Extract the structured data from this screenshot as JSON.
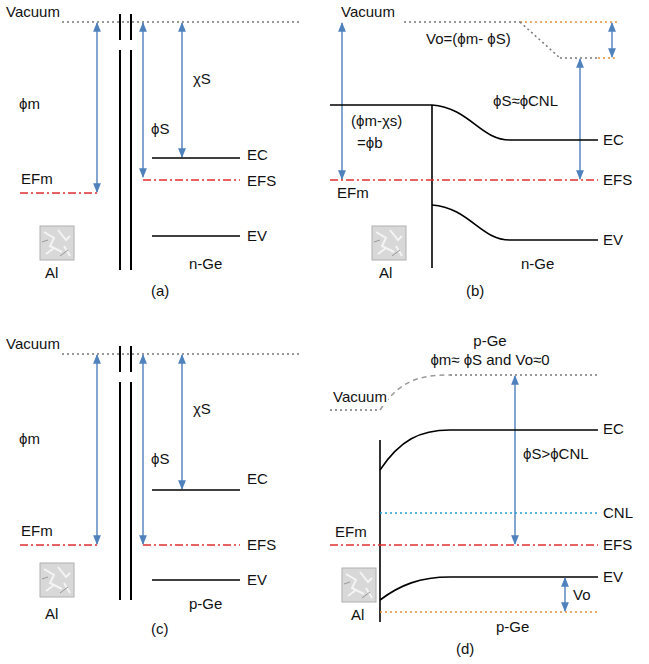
{
  "diagram": {
    "labels": [
      "Vacuum",
      "ϕm",
      "χS",
      "ϕS",
      "EC",
      "EFm",
      "EFS",
      "EV",
      "Al",
      "n-Ge",
      "(a)",
      "Vacuum",
      "Vo=(ϕm- ϕS)",
      "ϕS≈ϕCNL",
      "(ϕm-χs)",
      "=ϕb",
      "EC",
      "EFS",
      "EFm",
      "EV",
      "Al",
      "n-Ge",
      "(b)",
      "Vacuum",
      "ϕm",
      "χS",
      "ϕS",
      "EC",
      "EFm",
      "EFS",
      "EV",
      "Al",
      "p-Ge",
      "(c)",
      "p-Ge",
      "ϕm≈ ϕS and Vo≈0",
      "Vacuum",
      "EC",
      "ϕS>ϕCNL",
      "CNL",
      "EFm",
      "EFS",
      "EV",
      "Vo",
      "Al",
      "p-Ge",
      "(d)"
    ]
  }
}
